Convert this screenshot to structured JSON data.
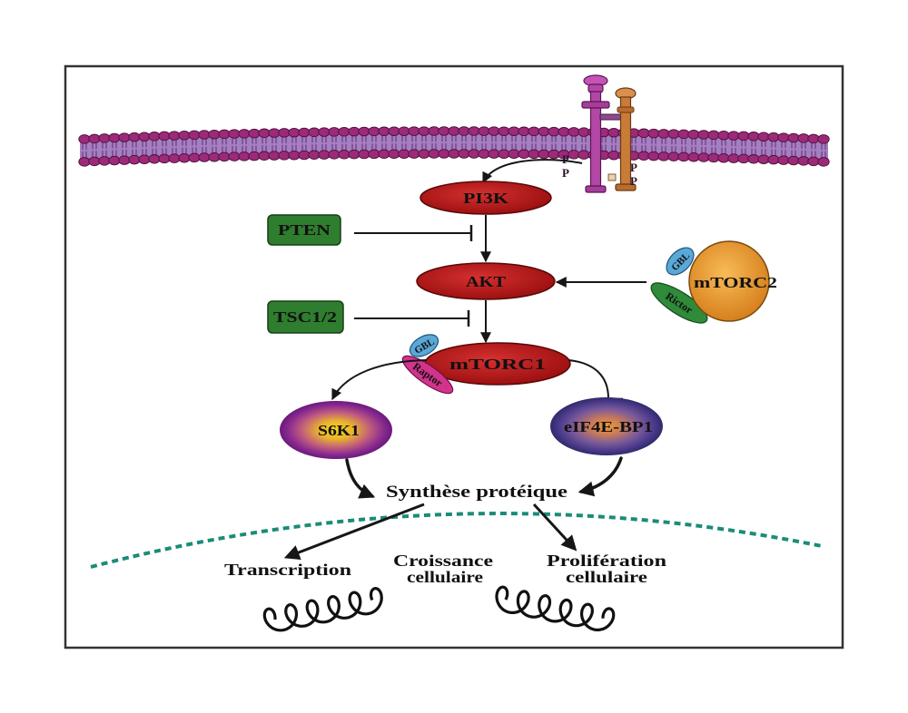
{
  "receptor": {
    "phospho_left": [
      "P",
      "P"
    ],
    "phospho_right": [
      "P",
      "P"
    ]
  },
  "nodes": {
    "pi3k": "PI3K",
    "pten": "PTEN",
    "akt": "AKT",
    "tsc": "TSC1/2",
    "mtorc1": {
      "label": "mTORC1",
      "gbl": "GBL",
      "raptor": "Raptor"
    },
    "mtorc2": {
      "label": "mTORC2",
      "gbl": "GBL",
      "rictor": "Rictor"
    },
    "s6k1": "S6K1",
    "eif4ebp1": "eIF4E-BP1"
  },
  "outcomes": {
    "protein_synthesis": "Synthèse protéique",
    "transcription": "Transcription",
    "growth": [
      "Croissance",
      "cellulaire"
    ],
    "proliferation": [
      "Prolifération",
      "cellulaire"
    ]
  },
  "colors": {
    "membrane": "#9c2a78",
    "kinase": "#b31b1b",
    "inhibitor": "#2f7d2f",
    "nuclear_envelope": "#1a8c78"
  }
}
